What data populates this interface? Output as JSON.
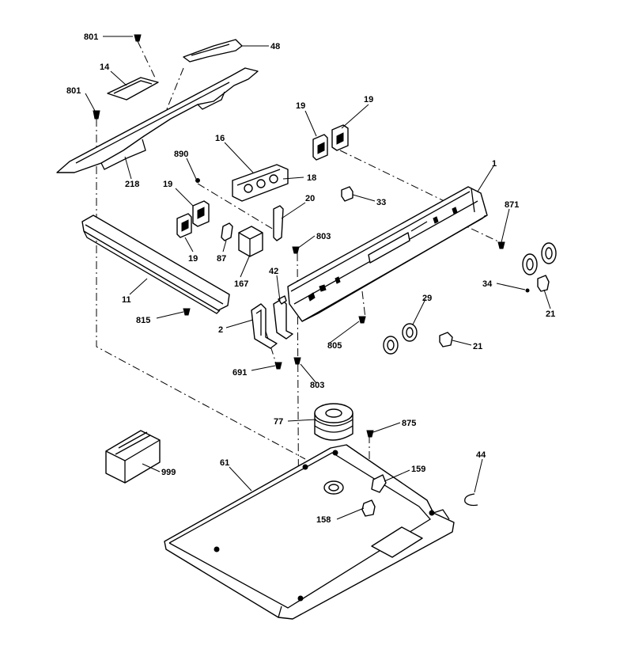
{
  "parts": [
    {
      "id": "p801a",
      "label": "801"
    },
    {
      "id": "p48",
      "label": "48"
    },
    {
      "id": "p14",
      "label": "14"
    },
    {
      "id": "p801b",
      "label": "801"
    },
    {
      "id": "p218",
      "label": "218"
    },
    {
      "id": "p19a",
      "label": "19"
    },
    {
      "id": "p19b",
      "label": "19"
    },
    {
      "id": "p16",
      "label": "16"
    },
    {
      "id": "p18",
      "label": "18"
    },
    {
      "id": "p890",
      "label": "890"
    },
    {
      "id": "p19c",
      "label": "19"
    },
    {
      "id": "p20",
      "label": "20"
    },
    {
      "id": "p33",
      "label": "33"
    },
    {
      "id": "p1",
      "label": "1"
    },
    {
      "id": "p871",
      "label": "871"
    },
    {
      "id": "p19d",
      "label": "19"
    },
    {
      "id": "p87",
      "label": "87"
    },
    {
      "id": "p803a",
      "label": "803"
    },
    {
      "id": "p167",
      "label": "167"
    },
    {
      "id": "p42",
      "label": "42"
    },
    {
      "id": "p34",
      "label": "34"
    },
    {
      "id": "p11",
      "label": "11"
    },
    {
      "id": "p21a",
      "label": "21"
    },
    {
      "id": "p815",
      "label": "815"
    },
    {
      "id": "p29",
      "label": "29"
    },
    {
      "id": "p2",
      "label": "2"
    },
    {
      "id": "p805",
      "label": "805"
    },
    {
      "id": "p21b",
      "label": "21"
    },
    {
      "id": "p691",
      "label": "691"
    },
    {
      "id": "p803b",
      "label": "803"
    },
    {
      "id": "p77",
      "label": "77"
    },
    {
      "id": "p875",
      "label": "875"
    },
    {
      "id": "p44",
      "label": "44"
    },
    {
      "id": "p61",
      "label": "61"
    },
    {
      "id": "p999",
      "label": "999"
    },
    {
      "id": "p159",
      "label": "159"
    },
    {
      "id": "p158",
      "label": "158"
    }
  ]
}
